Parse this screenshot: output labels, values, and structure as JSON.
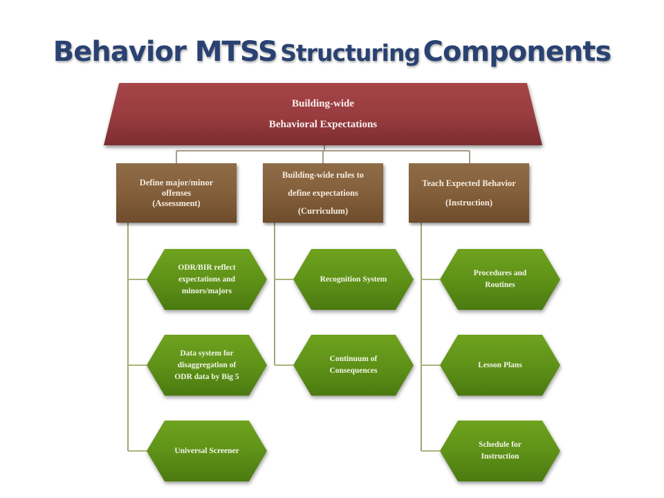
{
  "title": {
    "part1": "Behavior MTSS",
    "part2": "Structuring",
    "part3": "Components"
  },
  "root": {
    "line1": "Building-wide",
    "line2": "Behavioral Expectations",
    "color": "#973c3f"
  },
  "categories": [
    {
      "lines": [
        "Define major/minor",
        "offenses",
        "(Assessment)"
      ],
      "items": [
        {
          "lines": [
            "ODR/BIR  reflect",
            "expectations and",
            "minors/majors"
          ]
        },
        {
          "lines": [
            "Data system for",
            "disaggregation  of",
            "ODR data by Big 5"
          ]
        },
        {
          "lines": [
            "Universal Screener"
          ]
        }
      ]
    },
    {
      "lines": [
        "Building-wide rules to",
        "define expectations",
        "(Curriculum)"
      ],
      "items": [
        {
          "lines": [
            "Recognition  System"
          ]
        },
        {
          "lines": [
            "Continuum  of",
            "Consequences"
          ]
        }
      ]
    },
    {
      "lines": [
        "Teach Expected Behavior",
        "(Instruction)"
      ],
      "items": [
        {
          "lines": [
            "Procedures and",
            "Routines"
          ]
        },
        {
          "lines": [
            "Lesson Plans"
          ]
        },
        {
          "lines": [
            "Schedule for",
            "Instruction"
          ]
        }
      ]
    }
  ],
  "colors": {
    "title": "#2a4272",
    "category": "#845f3b",
    "item": "#5f9218",
    "connector_top": "#a89c8c",
    "connector_item": "#8a9a5a"
  }
}
